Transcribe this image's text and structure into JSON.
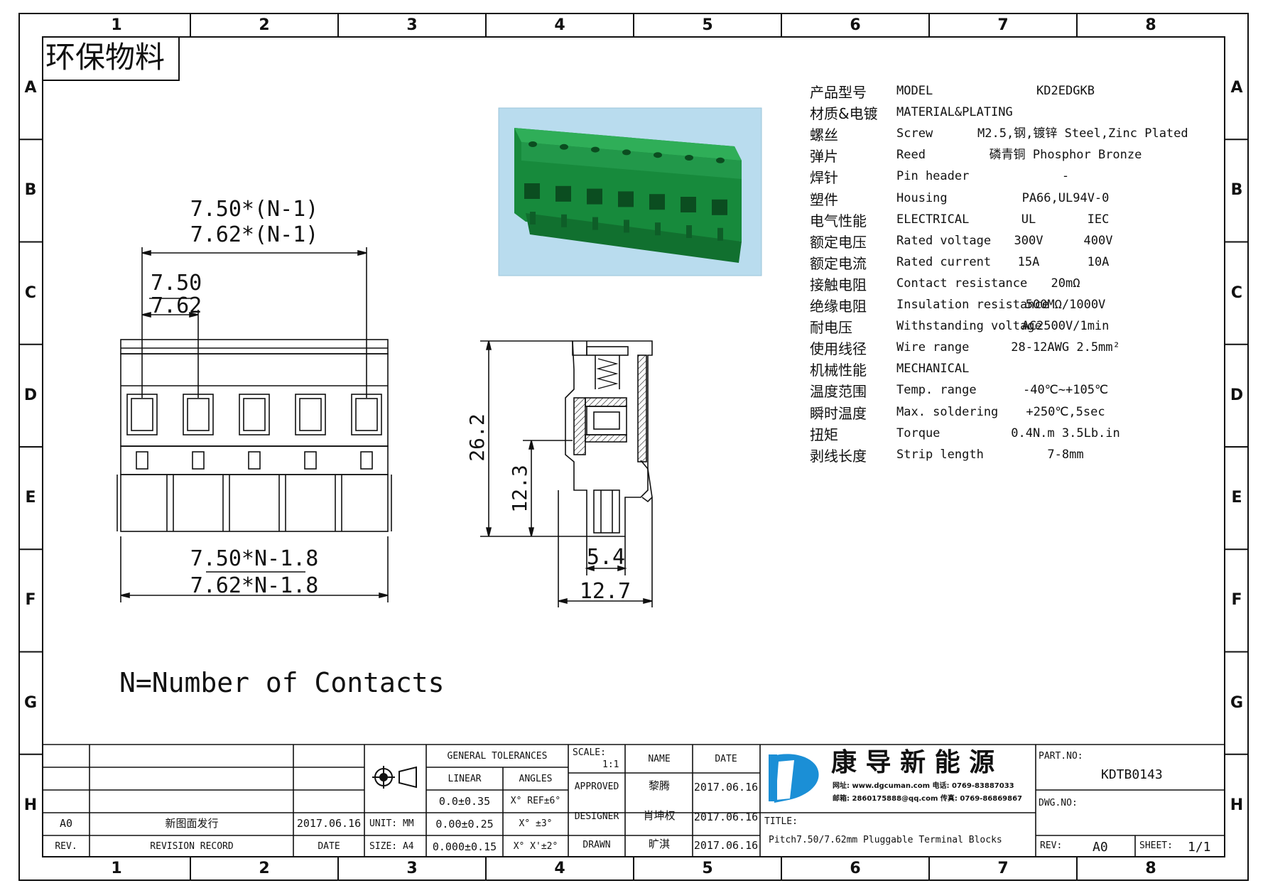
{
  "frame": {
    "columns": [
      "1",
      "2",
      "3",
      "4",
      "5",
      "6",
      "7",
      "8"
    ],
    "rows": [
      "A",
      "B",
      "C",
      "D",
      "E",
      "F",
      "G",
      "H"
    ]
  },
  "stamp": "环保物料",
  "drawing_dims": {
    "top_span_a": "7.50*(N-1)",
    "top_span_b": "7.62*(N-1)",
    "pitch_a": "7.50",
    "pitch_b": "7.62",
    "bottom_a": "7.50*N-1.8",
    "bottom_b": "7.62*N-1.8",
    "height_total": "26.2",
    "height_pin": "12.3",
    "width_small": "5.4",
    "width_total": "12.7"
  },
  "note": "N=Number of Contacts",
  "specs": [
    {
      "zh": "产品型号",
      "en": "MODEL",
      "v1": "KD2EDGKB",
      "v2": ""
    },
    {
      "zh": "材质&电镀",
      "en": "MATERIAL&PLATING",
      "v1": "",
      "v2": ""
    },
    {
      "zh": "螺丝",
      "en": "Screw",
      "v1": "M2.5,钢,镀锌 Steel,Zinc Plated",
      "v2": ""
    },
    {
      "zh": "弹片",
      "en": "Reed",
      "v1": "磷青铜 Phosphor Bronze",
      "v2": ""
    },
    {
      "zh": "焊针",
      "en": "Pin header",
      "v1": "-",
      "v2": ""
    },
    {
      "zh": "塑件",
      "en": "Housing",
      "v1": "PA66,UL94V-0",
      "v2": ""
    },
    {
      "zh": "电气性能",
      "en": "ELECTRICAL",
      "v1": "UL",
      "v2": "IEC"
    },
    {
      "zh": "额定电压",
      "en": "Rated voltage",
      "v1": "300V",
      "v2": "400V"
    },
    {
      "zh": "额定电流",
      "en": "Rated current",
      "v1": "15A",
      "v2": "10A"
    },
    {
      "zh": "接触电阻",
      "en": "Contact resistance",
      "v1": "20mΩ",
      "v2": ""
    },
    {
      "zh": "绝缘电阻",
      "en": "Insulation resistance",
      "v1": "500MΩ/1000V",
      "v2": ""
    },
    {
      "zh": "耐电压",
      "en": "Withstanding voltage",
      "v1": "AC2500V/1min",
      "v2": ""
    },
    {
      "zh": "使用线径",
      "en": "Wire range",
      "v1": "28-12AWG 2.5mm²",
      "v2": ""
    },
    {
      "zh": "机械性能",
      "en": "MECHANICAL",
      "v1": "",
      "v2": ""
    },
    {
      "zh": "温度范围",
      "en": "Temp. range",
      "v1": "-40℃~+105℃",
      "v2": ""
    },
    {
      "zh": "瞬时温度",
      "en": "Max. soldering",
      "v1": "+250℃,5sec",
      "v2": ""
    },
    {
      "zh": "扭矩",
      "en": "Torque",
      "v1": "0.4N.m 3.5Lb.in",
      "v2": ""
    },
    {
      "zh": "剥线长度",
      "en": "Strip length",
      "v1": "7-8mm",
      "v2": ""
    }
  ],
  "title_block": {
    "rev_row": {
      "rev": "A0",
      "record": "新图面发行",
      "date": "2017.06.16"
    },
    "rev_header": {
      "rev": "REV.",
      "record": "REVISION RECORD",
      "date": "DATE"
    },
    "unit": "UNIT: MM",
    "size": "SIZE: A4",
    "tolerances_title": "GENERAL TOLERANCES",
    "linear": "LINEAR",
    "angles": "ANGLES",
    "tol_rows": [
      {
        "lin": "0.0±0.35",
        "ang": "X° REF±6°"
      },
      {
        "lin": "0.00±0.25",
        "ang": "X° ±3°"
      },
      {
        "lin": "0.000±0.15",
        "ang": "X° X'±2°"
      }
    ],
    "scale_label": "SCALE:",
    "scale_value": "1:1",
    "name_header": "NAME",
    "date_header": "DATE",
    "people": [
      {
        "role": "APPROVED",
        "name": "黎腾",
        "date": "2017.06.16"
      },
      {
        "role": "DESIGNER",
        "name": "肖坤权",
        "date": "2017.06.16"
      },
      {
        "role": "DRAWN",
        "name": "旷淇",
        "date": "2017.06.16"
      }
    ],
    "company": "康 导 新 能 源",
    "contact_1": "网址: www.dgcuman.com  电话: 0769-83887033",
    "contact_2": "邮箱: 2860175888@qq.com  传真: 0769-86869867",
    "title_label": "TITLE:",
    "title_value": "Pitch7.50/7.62mm Pluggable Terminal Blocks",
    "part_label": "PART.NO:",
    "part_value": "KDTB0143",
    "dwg_label": "DWG.NO:",
    "rev_label": "REV:",
    "rev_value": "A0",
    "sheet_label": "SHEET:",
    "sheet_value": "1/1"
  },
  "colors": {
    "ink": "#111111",
    "housing": "#178a3c",
    "housing_light": "#2fae58",
    "photo_bg": "#b9dcee"
  }
}
